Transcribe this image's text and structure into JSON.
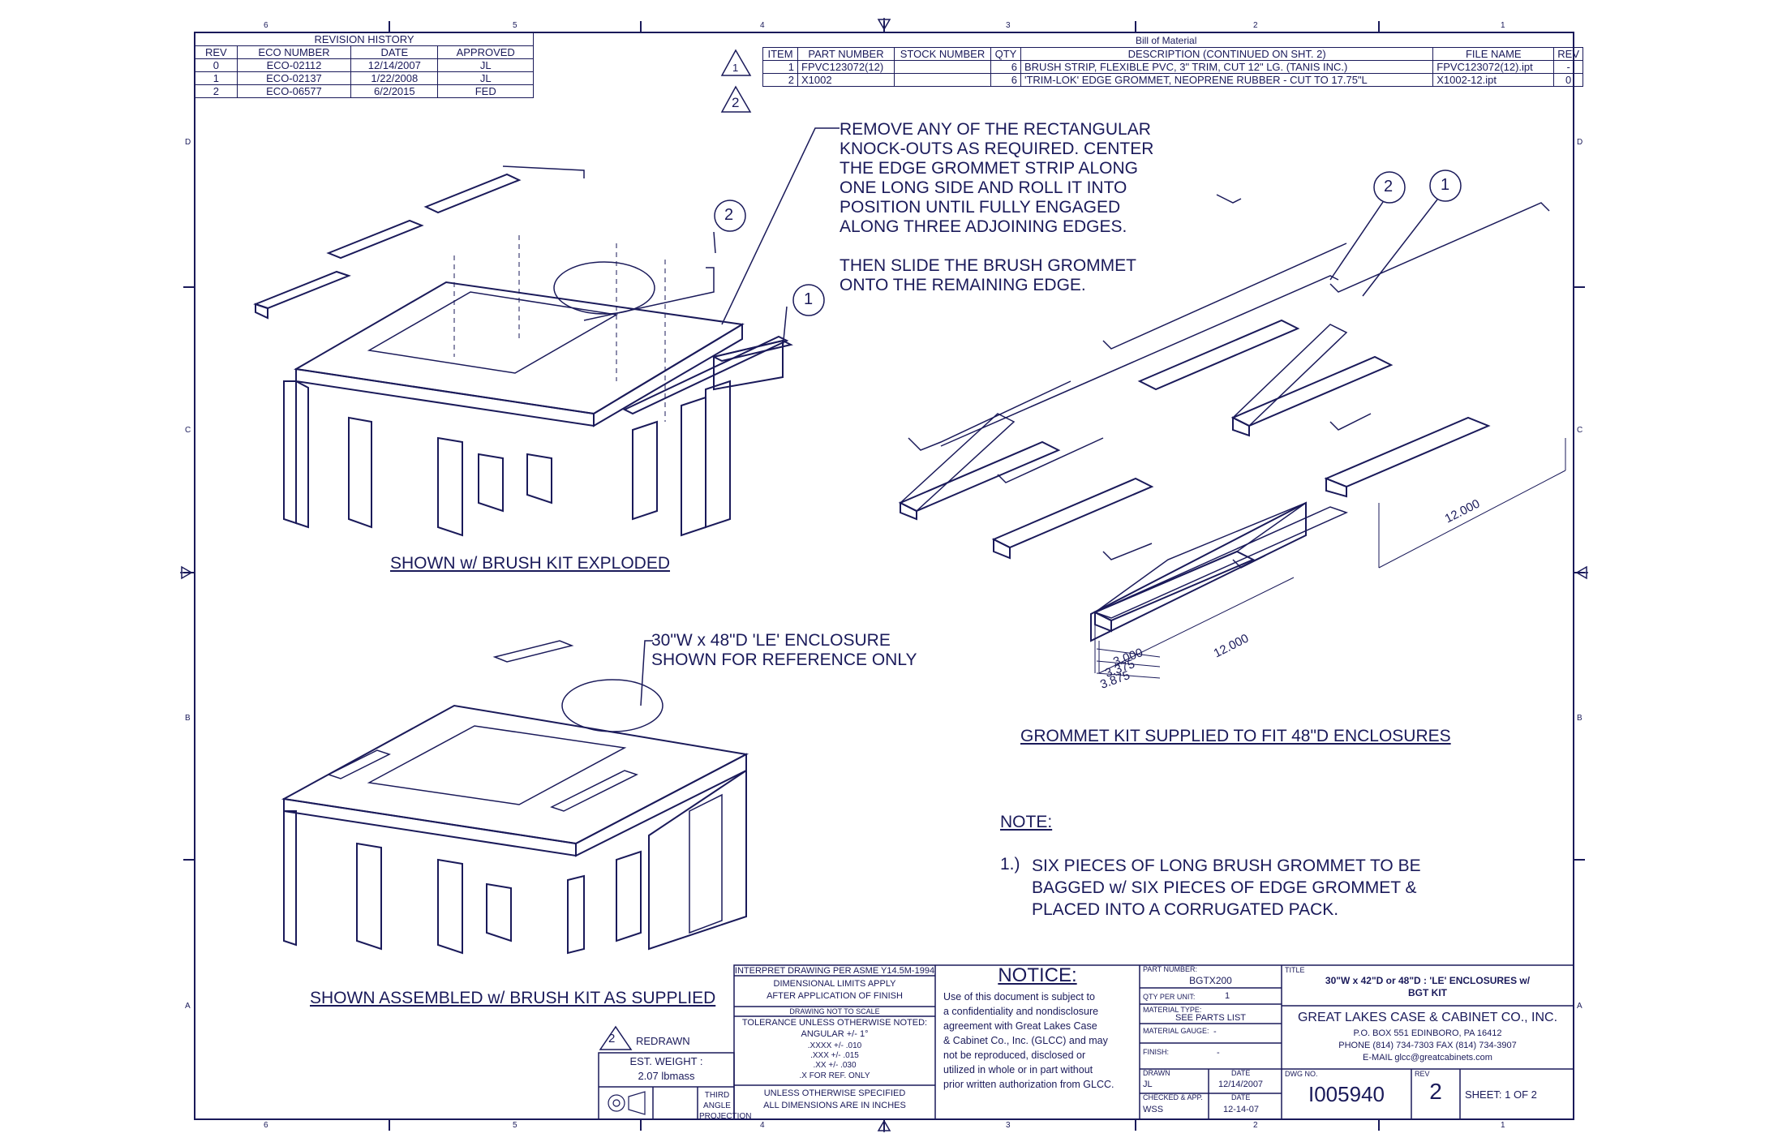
{
  "border": {
    "columns": [
      "6",
      "5",
      "4",
      "3",
      "2",
      "1"
    ],
    "rows": [
      "D",
      "C",
      "B",
      "A"
    ]
  },
  "revision_history": {
    "title": "REVISION HISTORY",
    "headers": [
      "REV",
      "ECO NUMBER",
      "DATE",
      "APPROVED"
    ],
    "rows": [
      [
        "0",
        "ECO-02112",
        "12/14/2007",
        "JL"
      ],
      [
        "1",
        "ECO-02137",
        "1/22/2008",
        "JL"
      ],
      [
        "2",
        "ECO-06577",
        "6/2/2015",
        "FED"
      ]
    ]
  },
  "bom": {
    "title": "Bill of Material",
    "headers": [
      "ITEM",
      "PART NUMBER",
      "STOCK NUMBER",
      "QTY",
      "DESCRIPTION (CONTINUED ON SHT. 2)",
      "FILE NAME",
      "REV"
    ],
    "rows": [
      [
        "1",
        "FPVC123072(12)",
        "",
        "6",
        "BRUSH STRIP, FLEXIBLE PVC, 3\" TRIM, CUT 12\" LG. (TANIS INC.)",
        "FPVC123072(12).ipt",
        "-"
      ],
      [
        "2",
        "X1002",
        "",
        "6",
        "'TRIM-LOK' EDGE GROMMET, NEOPRENE RUBBER - CUT TO 17.75\"L",
        "X1002-12.ipt",
        "0"
      ]
    ],
    "delta_1": "1",
    "delta_2": "2"
  },
  "callouts": {
    "top_view_item2": "2",
    "top_view_item1": "1",
    "kit_item2": "2",
    "kit_item1": "1"
  },
  "instructions": {
    "lines": [
      "REMOVE ANY OF THE RECTANGULAR",
      "KNOCK-OUTS AS REQUIRED.  CENTER",
      "THE EDGE GROMMET STRIP ALONG",
      "ONE LONG SIDE AND ROLL IT INTO",
      "POSITION UNTIL FULLY ENGAGED",
      "ALONG THREE ADJOINING EDGES."
    ],
    "lines2": [
      "THEN SLIDE THE BRUSH GROMMET",
      "ONTO THE REMAINING EDGE."
    ]
  },
  "captions": {
    "exploded": "SHOWN w/ BRUSH KIT EXPLODED",
    "assembled": "SHOWN ASSEMBLED w/ BRUSH KIT AS SUPPLIED",
    "kit": "GROMMET KIT SUPPLIED TO FIT 48\"D ENCLOSURES"
  },
  "reference_note": {
    "line1": "30\"W x 48\"D 'LE' ENCLOSURE",
    "line2": "SHOWN FOR REFERENCE ONLY"
  },
  "dimensions": {
    "length_right": "12.000",
    "length_front": "12.000",
    "d1": "3.000",
    "d2": "3.375",
    "d3": "3.875"
  },
  "note": {
    "heading": "NOTE:",
    "item_num": "1.)",
    "lines": [
      "SIX PIECES OF LONG BRUSH GROMMET TO BE",
      "BAGGED w/ SIX PIECES OF EDGE GROMMET &",
      "PLACED INTO A CORRUGATED PACK."
    ]
  },
  "title_block": {
    "redrawn_rev": "2",
    "redrawn": "REDRAWN",
    "est_weight_label": "EST. WEIGHT :",
    "est_weight": "2.07 lbmass",
    "projection": "THIRD ANGLE PROJECTION",
    "interpret": "INTERPRET DRAWING PER ASME Y14.5M-1994",
    "dim_limits": "DIMENSIONAL LIMITS APPLY",
    "after_finish": "AFTER APPLICATION OF FINISH",
    "not_to_scale": "DRAWING NOT TO SCALE",
    "tolerance": "TOLERANCE UNLESS OTHERWISE NOTED:",
    "angular": "ANGULAR +/- 1°",
    "xxxx": ".XXXX +/- .010",
    "xxx": ".XXX +/- .015",
    "xx": ".XX +/- .030",
    "x_ref": ".X FOR REF. ONLY",
    "unless": "UNLESS OTHERWISE SPECIFIED",
    "all_dims": "ALL DIMENSIONS ARE IN INCHES",
    "notice_heading": "NOTICE:",
    "notice_lines": [
      "Use of this document is subject to",
      "a confidentiality and nondisclosure",
      "agreement with Great Lakes Case",
      "& Cabinet Co., Inc. (GLCC) and may",
      "not be reproduced, disclosed or",
      "utilized in whole or in part without",
      "prior written authorization from GLCC."
    ],
    "part_number_label": "PART NUMBER:",
    "part_number": "BGTX200",
    "qty_label": "QTY PER UNIT:",
    "qty": "1",
    "material_type_label": "MATERIAL TYPE:",
    "material_type": "SEE PARTS LIST",
    "material_gauge_label": "MATERIAL GAUGE:",
    "material_gauge": "-",
    "finish_label": "FINISH:",
    "finish": "-",
    "drawn_label": "DRAWN",
    "drawn_by": "JL",
    "date_label": "DATE",
    "drawn_date": "12/14/2007",
    "checked_label": "CHECKED & APP.",
    "checked_by": "WSS",
    "checked_date_label": "DATE",
    "checked_date": "12-14-07",
    "title_label": "TITLE",
    "title_line1": "30\"W x 42\"D or 48\"D : 'LE' ENCLOSURES w/",
    "title_line2": "BGT KIT",
    "company": "GREAT LAKES CASE & CABINET CO., INC.",
    "address": "P.O. BOX 551 EDINBORO, PA 16412",
    "phone": "PHONE (814) 734-7303 FAX (814) 734-3907",
    "email": "E-MAIL glcc@greatcabinets.com",
    "dwg_no_label": "DWG NO.",
    "dwg_no": "I005940",
    "rev_label": "REV",
    "rev": "2",
    "sheet": "SHEET: 1  OF  2"
  },
  "colors": {
    "ink": "#1a1a5a",
    "paper": "#ffffff"
  }
}
